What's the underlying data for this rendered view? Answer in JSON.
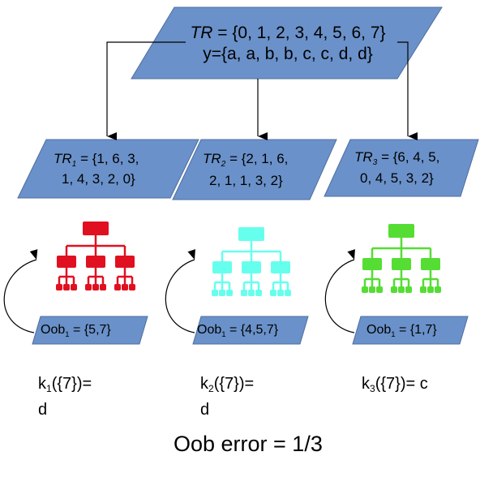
{
  "root": {
    "set_name": "TR",
    "set_values": " = {0, 1, 2, 3, 4, 5, 6, 7}",
    "labels_line": "y={a, a, b, b, c, c, d, d}"
  },
  "subsets": [
    {
      "name": "TR",
      "index": "1",
      "line1": " = {1, 6, 3,",
      "line2": "1, 4, 3, 2, 0}"
    },
    {
      "name": "TR",
      "index": "2",
      "line1": " = {2, 1, 6,",
      "line2": "2, 1, 1, 3, 2}"
    },
    {
      "name": "TR",
      "index": "3",
      "line1": " = {6, 4, 5,",
      "line2": "0, 4, 5, 3, 2}"
    }
  ],
  "oob_sets": [
    {
      "prefix": "Oob",
      "index": "1",
      "values": " = {5,7}"
    },
    {
      "prefix": "Oob",
      "index": "1",
      "values": " = {4,5,7}"
    },
    {
      "prefix": "Oob",
      "index": "1",
      "values": " = {1,7}"
    }
  ],
  "predictions": [
    {
      "prefix": "k",
      "index": "1",
      "text": "({7})=",
      "result": "d"
    },
    {
      "prefix": "k",
      "index": "2",
      "text": "({7})=",
      "result": "d"
    },
    {
      "prefix": "k",
      "index": "3",
      "text": "({7})= c",
      "result": ""
    }
  ],
  "oob_error": "Oob error = 1/3",
  "colors": {
    "box_fill": "#6a91c9",
    "box_stroke": "#4f6fa0",
    "tree_1": "#e01020",
    "tree_2": "#66ffee",
    "tree_3": "#55dd33",
    "arrow": "#000000"
  }
}
